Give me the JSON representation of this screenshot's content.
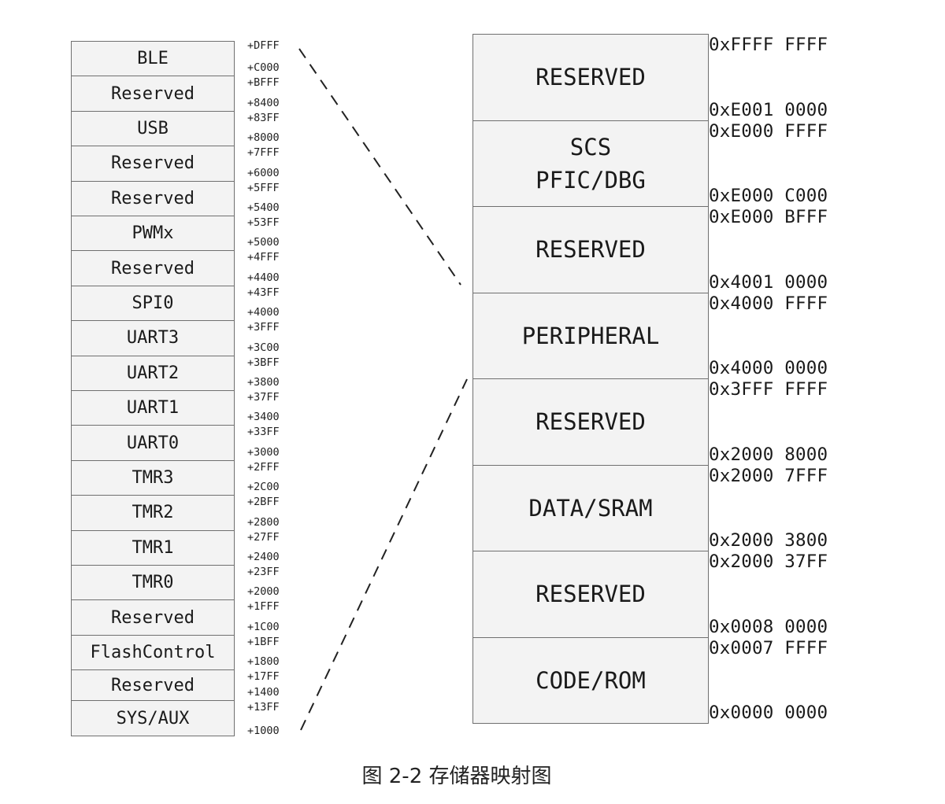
{
  "peripheral_blocks": [
    {
      "label": "BLE"
    },
    {
      "label": "Reserved"
    },
    {
      "label": "USB"
    },
    {
      "label": "Reserved"
    },
    {
      "label": "Reserved"
    },
    {
      "label": "PWMx"
    },
    {
      "label": "Reserved"
    },
    {
      "label": "SPI0"
    },
    {
      "label": "UART3"
    },
    {
      "label": "UART2"
    },
    {
      "label": "UART1"
    },
    {
      "label": "UART0"
    },
    {
      "label": "TMR3"
    },
    {
      "label": "TMR2"
    },
    {
      "label": "TMR1"
    },
    {
      "label": "TMR0"
    },
    {
      "label": "Reserved"
    },
    {
      "label": "FlashControl"
    },
    {
      "label": "Reserved"
    },
    {
      "label": "SYS/AUX"
    }
  ],
  "peripheral_offsets": [
    "+DFFF",
    "+C000",
    "+BFFF",
    "+8400",
    "+83FF",
    "+8000",
    "+7FFF",
    "+6000",
    "+5FFF",
    "+5400",
    "+53FF",
    "+5000",
    "+4FFF",
    "+4400",
    "+43FF",
    "+4000",
    "+3FFF",
    "+3C00",
    "+3BFF",
    "+3800",
    "+37FF",
    "+3400",
    "+33FF",
    "+3000",
    "+2FFF",
    "+2C00",
    "+2BFF",
    "+2800",
    "+27FF",
    "+2400",
    "+23FF",
    "+2000",
    "+1FFF",
    "+1C00",
    "+1BFF",
    "+1800",
    "+17FF",
    "+1400",
    "+13FF",
    "+1000"
  ],
  "memory_regions": [
    {
      "label": "RESERVED",
      "end_addr": "0xFFFF FFFF",
      "start_addr": "0xE001 0000"
    },
    {
      "label": "SCS\nPFIC/DBG",
      "end_addr": "0xE000 FFFF",
      "start_addr": "0xE000 C000"
    },
    {
      "label": "RESERVED",
      "end_addr": "0xE000 BFFF",
      "start_addr": "0x4001 0000"
    },
    {
      "label": "PERIPHERAL",
      "end_addr": "0x4000 FFFF",
      "start_addr": "0x4000 0000"
    },
    {
      "label": "RESERVED",
      "end_addr": "0x3FFF FFFF",
      "start_addr": "0x2000 8000"
    },
    {
      "label": "DATA/SRAM",
      "end_addr": "0x2000 7FFF",
      "start_addr": "0x2000 3800"
    },
    {
      "label": "RESERVED",
      "end_addr": "0x2000 37FF",
      "start_addr": "0x0008 0000"
    },
    {
      "label": "CODE/ROM",
      "end_addr": "0x0007 FFFF",
      "start_addr": "0x0000 0000"
    }
  ],
  "caption": "图 2-2 存储器映射图"
}
